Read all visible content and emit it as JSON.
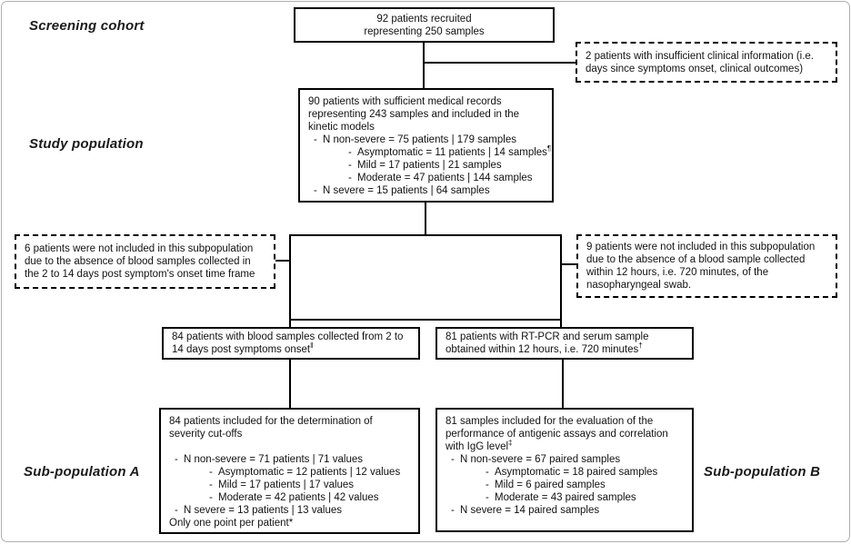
{
  "figure": {
    "side_labels": {
      "screening_cohort": "Screening cohort",
      "study_population": "Study population",
      "sub_population_a": "Sub-population A",
      "sub_population_b": "Sub-population B"
    },
    "screening_box": {
      "line1": "92 patients recruited",
      "line2": "representing 250 samples"
    },
    "exclusion_top": {
      "text": "2 patients with insufficient clinical information (i.e. days since symptoms onset, clinical outcomes)"
    },
    "study_box": {
      "intro": "90 patients with sufficient medical records representing 243 samples and included in the kinetic models",
      "items": [
        {
          "dash": "-",
          "text": "N non-severe = 75 patients | 179 samples",
          "sup": ""
        },
        {
          "dash": "-",
          "text": "Asymptomatic = 11 patients | 14 samples",
          "sup": "¶"
        },
        {
          "dash": "-",
          "text": "Mild = 17 patients | 21 samples",
          "sup": ""
        },
        {
          "dash": "-",
          "text": "Moderate = 47 patients | 144 samples",
          "sup": ""
        },
        {
          "dash": "-",
          "text": "N severe = 15 patients | 64 samples",
          "sup": ""
        }
      ]
    },
    "exclusion_left": {
      "text": "6 patients were not included in this subpopulation due to the absence of blood samples collected in the 2 to 14 days post symptom's onset time frame"
    },
    "exclusion_right": {
      "text": "9 patients were not included in this subpopulation due to the absence of a blood sample collected within 12 hours, i.e. 720 minutes, of the nasopharyngeal swab."
    },
    "box_84": {
      "text": "84 patients with blood samples collected from 2 to 14 days post symptoms onset",
      "sup": "‖"
    },
    "box_81": {
      "text": "81 patients with RT-PCR and serum sample obtained within 12 hours, i.e. 720 minutes",
      "sup": "†"
    },
    "sub_a_box": {
      "intro": "84 patients included for the determination of severity cut-offs",
      "items": [
        {
          "dash": "-",
          "text": "N non-severe = 71 patients | 71 values",
          "sup": ""
        },
        {
          "dash": "-",
          "text": "Asymptomatic = 12 patients | 12 values",
          "sup": ""
        },
        {
          "dash": "-",
          "text": "Mild = 17 patients | 17 values",
          "sup": ""
        },
        {
          "dash": "-",
          "text": "Moderate = 42 patients | 42 values",
          "sup": ""
        },
        {
          "dash": "-",
          "text": "N severe = 13 patients | 13 values",
          "sup": ""
        }
      ],
      "footer": "Only one point per patient*"
    },
    "sub_b_box": {
      "intro": "81 samples included for the evaluation of the performance of antigenic assays and correlation with IgG level",
      "intro_sup": "‡",
      "items": [
        {
          "dash": "-",
          "text": "N non-severe = 67 paired samples",
          "sup": ""
        },
        {
          "dash": "-",
          "text": "Asymptomatic = 18 paired samples",
          "sup": ""
        },
        {
          "dash": "-",
          "text": "Mild = 6 paired samples",
          "sup": ""
        },
        {
          "dash": "-",
          "text": "Moderate = 43 paired samples",
          "sup": ""
        },
        {
          "dash": "-",
          "text": "N severe = 14 paired samples",
          "sup": ""
        }
      ]
    }
  }
}
